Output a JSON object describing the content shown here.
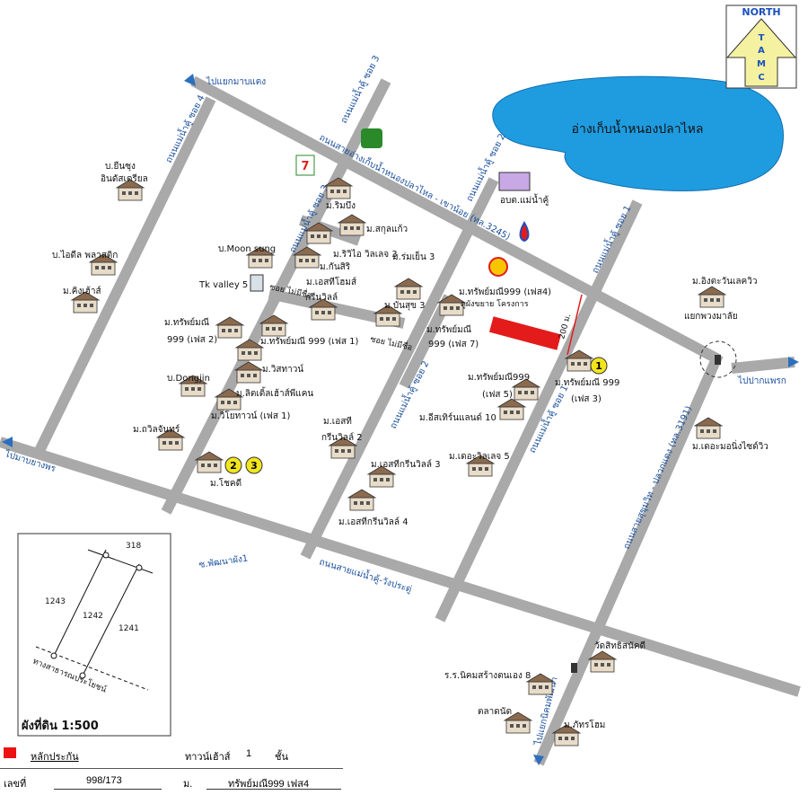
{
  "north_box": {
    "title": "NORTH",
    "letters": [
      "T",
      "A",
      "M",
      "C"
    ]
  },
  "lake": {
    "label": "อ่างเก็บน้ำหนองปลาไหล"
  },
  "roads": {
    "to_nong_mai_daeng": "ไปแยกมาบแตง",
    "main_reservoir_road": "ถนนสายอ่างเก็บน้ำหนองปลาไหล - เขาน้อย (ทล.3245)",
    "soi4": "ถนนแม่น้ำคู้ ซอย 4",
    "soi3a": "ถนนแม่น้ำคู้ ซอย 3",
    "soi3b": "ถนนแม่น้ำคู้ ซอย 3",
    "soi2a": "ถนนแม่น้ำคู้ ซอย 2",
    "soi2b": "ถนนแม่น้ำคู้ ซอย 2",
    "soi1a": "ถนนแม่น้ำคู้ ซอย 1",
    "soi1b": "ถนนแม่น้ำคู้ ซอย 1",
    "sukhumvit": "ถนนสายสุขุมวิท - ปลวกแดง (ทล.3191)",
    "mae_nam_khu_wang": "ถนนสายแม่น้ำคู้-วังประดู่",
    "to_map_yang_phon": "ไปมาบยางพร",
    "to_pak_phraek": "ไปปากแพรก",
    "soi_phatthana": "ซ.พัฒนาผัง1",
    "dead_end1": "ซอย ไม่มีชื่อ",
    "dead_end2": "ซอย ไม่มีชื่อ",
    "to_nikhom": "ไปแยกนิคมพัฒนา",
    "intersection": "แยกพวงมาลัย"
  },
  "places": {
    "yuen_sung": "บ.ยืนซุง",
    "yuen_sung2": "อินดัสเตรียล",
    "aichi": "บ.ไอดีล พลาสติก",
    "king_house": "ม.คิงเฮ้าส์",
    "moon_sung": "บ.Moon sung",
    "tk_valley": "Tk valley 5",
    "dongjin": "บ.Dongjin",
    "thawichan": "ม.ถวิลจันทร์",
    "chokdee": "ม.โชคดี",
    "rimbueng": "ม.ริมบึง",
    "sakunkaeo": "ม.สกุลแก้ว",
    "riviera": "ม.ริวิไอ วิลเลจ 3",
    "kansiri": "ม.กันสิริ",
    "s_t_home": "ม.เอสทีโฮมส์",
    "green_ville": "กรีนวิลล์",
    "suppamanee2a": "ม.ทรัพย์มณี",
    "suppamanee2b": "999 (เฟส 2)",
    "suppamanee1": "ม.ทรัพย์มณี 999 (เฟส 1)",
    "witthawan": "ม.วิสทาวน์",
    "lite_house": "ม.ลิตเติ้ลเฮ้าส์พีแคน",
    "vitown": "ม.วิโยทาวน์ (เฟส 1)",
    "romyen3": "ม.ร่มเย็น 3",
    "bunsuk3": "ม.บันสุข 3",
    "suppamanee7a": "ม.ทรัพย์มณี",
    "suppamanee7b": "999 (เฟส 7)",
    "suppamanee4": "ม.ทรัพย์มณี999 (เฟส4)",
    "expansion": "ดูผังขยาย โครงการ",
    "distance": "200 ม.",
    "st_green2a": "ม.เอสที",
    "st_green2b": "กรีนวิลล์ 2",
    "st_green3": "ม.เอสทีกรีนวิลล์ 3",
    "st_green4": "ม.เอสทีกรีนวิลล์ 4",
    "suppamanee5a": "ม.ทรัพย์มณี999",
    "suppamanee5b": "(เฟส 5)",
    "suppamanee3a": "ม.ทรัพย์มณี 999",
    "suppamanee3b": "(เฟส 3)",
    "eastern_land": "ม.อีสเทิร์นแลนด์ 10",
    "the_village5": "ม.เดอะวิลเลจ 5",
    "obt": "อบต.แม่น้ำคู้",
    "ing_tawan": "ม.อิงตะวันเลควิว",
    "the_moon": "ม.เดอะมอนิ่งไซด์วิว",
    "wat": "วัดสิทธิสนัคดี",
    "school": "ร.ร.นิคมสร้างตนเอง 8",
    "market": "ตลาดนัด",
    "pattra": "ม.ภัทรโฮม",
    "seven": "7",
    "badge1": "1",
    "badge2": "2",
    "badge3": "3"
  },
  "plot_plan": {
    "title": "ผังที่ดิน 1:500",
    "lot_318": "318",
    "lot_1243": "1243",
    "lot_1242": "1242",
    "lot_1241": "1241",
    "road": "ทางสาธารณประโยชน์"
  },
  "legend": {
    "collateral": "หลักประกัน",
    "house_type": "ทาวน์เฮ้าส์",
    "floors": "1",
    "floors_unit": "ชั้น",
    "no_label": "เลขที่",
    "no_value": "998/173",
    "village_label": "ม.",
    "village_value": "ทรัพย์มณี999 เฟส4"
  },
  "colors": {
    "lake": "#1f9ce0",
    "marker": "#e31b1b",
    "road": "#a9a9a9",
    "badge": "#f2e51d",
    "road_label": "#1a4f9c"
  }
}
